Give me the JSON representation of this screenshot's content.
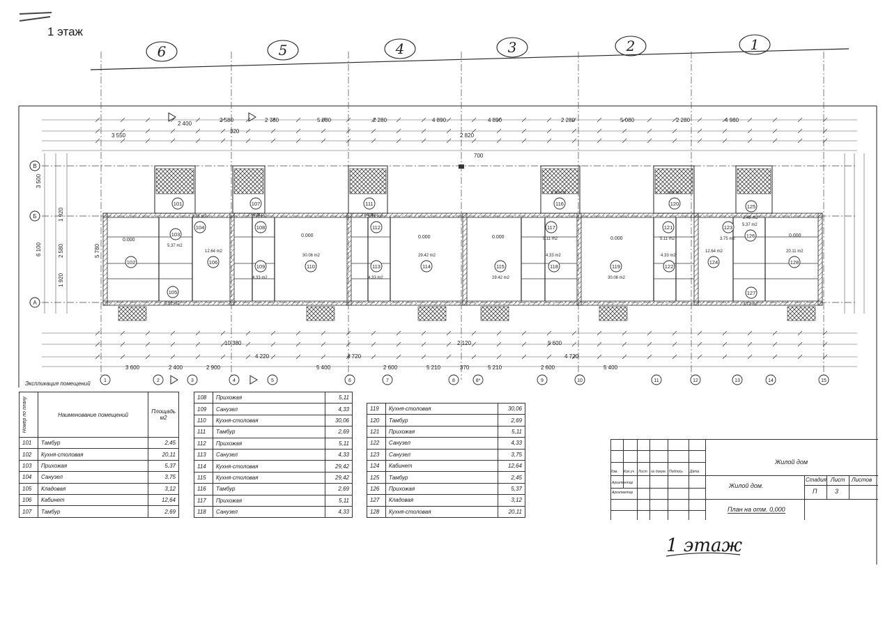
{
  "header": {
    "floor_label": "1 этаж"
  },
  "axes_top": [
    "6",
    "5",
    "4",
    "3",
    "2",
    "1"
  ],
  "axes_left": [
    "В",
    "Б",
    "А"
  ],
  "axes_bottom": [
    "1",
    "2",
    "3",
    "4",
    "5",
    "6",
    "7",
    "8",
    "8*",
    "9",
    "10",
    "11",
    "12",
    "13",
    "14",
    "15"
  ],
  "dims_top": [
    "2 400",
    "2 580",
    "5 080",
    "2 280",
    "4 890",
    "4 890",
    "2 280",
    "5 080",
    "2 280",
    "4 980",
    "3 550",
    "320",
    "2 780",
    "2 820",
    "700"
  ],
  "dims_bottom": [
    "5 400",
    "4 720",
    "2 600",
    "5 210",
    "370",
    "5 210",
    "2 600",
    "4 720",
    "5 400",
    "3 600",
    "2 400",
    "2 900",
    "4 220",
    "10 380",
    "5 600",
    "2 120"
  ],
  "dims_left": [
    "3 500",
    "6 100",
    "5 780",
    "1 920",
    "2 580",
    "1 920"
  ],
  "rooms": [
    {
      "n": "101",
      "a": ""
    },
    {
      "n": "102",
      "a": ""
    },
    {
      "n": "103",
      "a": "5.37 m2"
    },
    {
      "n": "104",
      "a": "3.75 m2"
    },
    {
      "n": "105",
      "a": "3.12 m2"
    },
    {
      "n": "106",
      "a": "12.64 m2"
    },
    {
      "n": "107",
      "a": "2.69 m2"
    },
    {
      "n": "108",
      "a": "5.11 m2"
    },
    {
      "n": "109",
      "a": "4.33 m2"
    },
    {
      "n": "110",
      "a": "30.06 m2"
    },
    {
      "n": "111",
      "a": "2.69 m2"
    },
    {
      "n": "112",
      "a": "5.11 m2"
    },
    {
      "n": "113",
      "a": "4.33 m2"
    },
    {
      "n": "114",
      "a": "29.42 m2"
    },
    {
      "n": "115",
      "a": "29.42 m2"
    },
    {
      "n": "116",
      "a": "2.69 m2"
    },
    {
      "n": "117",
      "a": "5.11 m2"
    },
    {
      "n": "118",
      "a": "4.33 m2"
    },
    {
      "n": "119",
      "a": "30.06 m2"
    },
    {
      "n": "120",
      "a": "2.69 m2"
    },
    {
      "n": "121",
      "a": "5.11 m2"
    },
    {
      "n": "122",
      "a": "4.33 m2"
    },
    {
      "n": "123",
      "a": "3.75 m2"
    },
    {
      "n": "124",
      "a": "12.64 m2"
    },
    {
      "n": "125",
      "a": "2.45 m2"
    },
    {
      "n": "126",
      "a": "5.37 m2"
    },
    {
      "n": "127",
      "a": "3.12 m2"
    },
    {
      "n": "128",
      "a": "20.11 m2"
    }
  ],
  "level": "0.000",
  "explication": {
    "title": "Экспликация помещений",
    "col_num": "Номер по плану",
    "col_name": "Наименование помещений",
    "col_area": "Площадь м2",
    "rows_a": [
      [
        "101",
        "Тамбур",
        "2,45"
      ],
      [
        "102",
        "Кухня-столовая",
        "20,11"
      ],
      [
        "103",
        "Прихожая",
        "5,37"
      ],
      [
        "104",
        "Санузел",
        "3,75"
      ],
      [
        "105",
        "Кладовая",
        "3,12"
      ],
      [
        "106",
        "Кабинет",
        "12,64"
      ],
      [
        "107",
        "Тамбур",
        "2,69"
      ]
    ],
    "rows_b": [
      [
        "108",
        "Прихожая",
        "5,11"
      ],
      [
        "109",
        "Санузел",
        "4,33"
      ],
      [
        "110",
        "Кухня-столовая",
        "30,06"
      ],
      [
        "111",
        "Тамбур",
        "2,69"
      ],
      [
        "112",
        "Прихожая",
        "5,11"
      ],
      [
        "113",
        "Санузел",
        "4,33"
      ],
      [
        "114",
        "Кухня-столовая",
        "29,42"
      ],
      [
        "115",
        "Кухня-столовая",
        "29,42"
      ],
      [
        "116",
        "Тамбур",
        "2,69"
      ],
      [
        "117",
        "Прихожая",
        "5,11"
      ],
      [
        "118",
        "Санузел",
        "4,33"
      ]
    ],
    "rows_c": [
      [
        "119",
        "Кухня-столовая",
        "30,06"
      ],
      [
        "120",
        "Тамбур",
        "2,69"
      ],
      [
        "121",
        "Прихожая",
        "5,11"
      ],
      [
        "122",
        "Санузел",
        "4,33"
      ],
      [
        "123",
        "Санузел",
        "3,75"
      ],
      [
        "124",
        "Кабинет",
        "12,64"
      ],
      [
        "125",
        "Тамбур",
        "2,45"
      ],
      [
        "126",
        "Прихожая",
        "5,37"
      ],
      [
        "127",
        "Кладовая",
        "3,12"
      ],
      [
        "128",
        "Кухня-столовая",
        "20,11"
      ]
    ]
  },
  "stamp": {
    "project": "Жилой дом",
    "object": "Жилой дом.",
    "sheet_title": "План на отм. 0,000",
    "stage_h": "Стадия",
    "sheet_h": "Лист",
    "sheets_h": "Листов",
    "stage": "П",
    "sheet": "3",
    "cols": [
      "Изм.",
      "Кол.уч",
      "Лист",
      "№ докум.",
      "Подпись",
      "Дата"
    ],
    "row1": "Архитектор",
    "row2": "Архитектор"
  },
  "signature": "1 этаж"
}
